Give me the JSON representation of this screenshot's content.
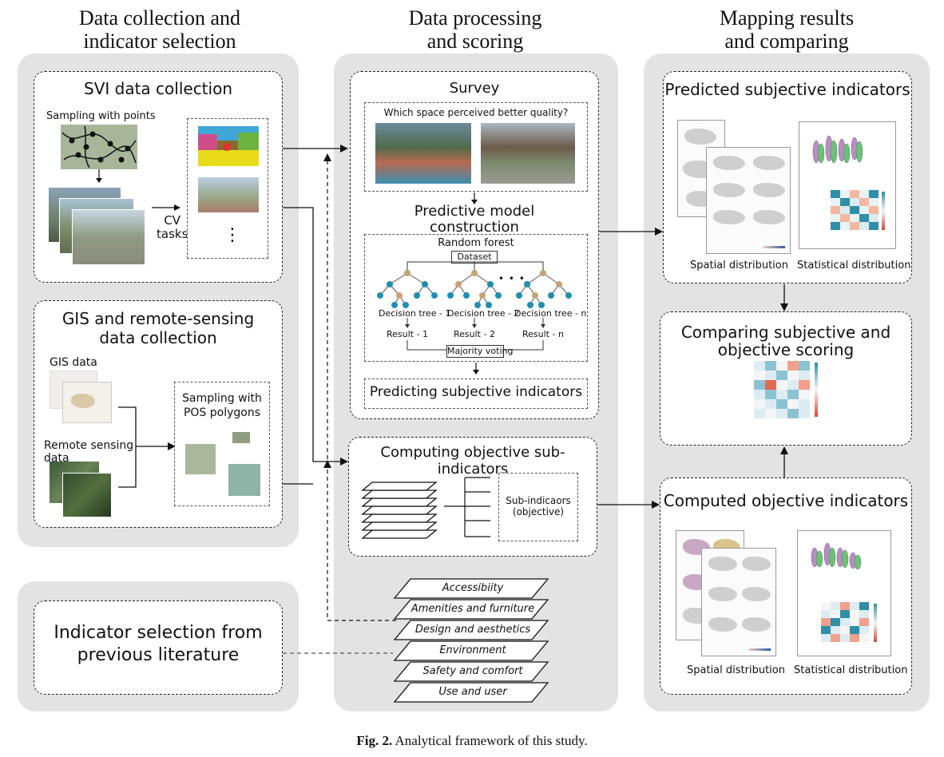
{
  "columns": {
    "col1": [
      "Data collection and",
      "indicator selection"
    ],
    "col2": [
      "Data processing",
      "and scoring"
    ],
    "col3": [
      "Mapping results",
      "and comparing"
    ]
  },
  "svi": {
    "title": "SVI data collection",
    "sampling_points": "Sampling with points",
    "cv_tasks": [
      "CV",
      "tasks"
    ],
    "ellipsis": "⋮"
  },
  "gis": {
    "title": [
      "GIS and remote-sensing",
      "data collection"
    ],
    "gis_data": "GIS data",
    "remote_sensing": [
      "Remote sensing",
      "data"
    ],
    "sampling_polygons": [
      "Sampling with",
      "POS polygons"
    ]
  },
  "literature": {
    "title": [
      "Indicator selection from",
      "previous literature"
    ]
  },
  "survey": {
    "title": "Survey",
    "question": "Which space perceived better quality?",
    "model_title": [
      "Predictive model",
      "construction"
    ],
    "random_forest": "Random forest",
    "dataset": "Dataset",
    "ellipsis": "• • •",
    "trees": [
      "Decision tree - 1",
      "Decision tree - 2",
      "Decision tree - n"
    ],
    "results": [
      "Result - 1",
      "Result - 2",
      "Result - n"
    ],
    "voting": "Majority voting",
    "predicting": "Predicting subjective indicators"
  },
  "objective": {
    "title": "Computing objective sub-indicators",
    "sub": [
      "Sub-indicaors",
      "(objective)"
    ]
  },
  "indicators": [
    "Accessibiity",
    "Amenities and furniture",
    "Design and aesthetics",
    "Environment",
    "Safety and comfort",
    "Use and user"
  ],
  "predicted": {
    "title": "Predicted subjective indicators",
    "spatial": "Spatial distribution",
    "statistical": "Statistical distribution"
  },
  "comparing": {
    "title": [
      "Comparing subjective and",
      "objective scoring"
    ]
  },
  "computed": {
    "title": "Computed objective indicators",
    "spatial": "Spatial distribution",
    "statistical": "Statistical distribution"
  },
  "caption": {
    "label": "Fig. 2.",
    "text": "Analytical framework of this study."
  },
  "colors": {
    "panel": "#e3e3e3",
    "node_teal": "#1f8fb0",
    "node_tan": "#c8a273",
    "polygon_a": "#a9b89a",
    "polygon_b": "#8fb3a6",
    "polygon_c": "#8e9d80"
  }
}
